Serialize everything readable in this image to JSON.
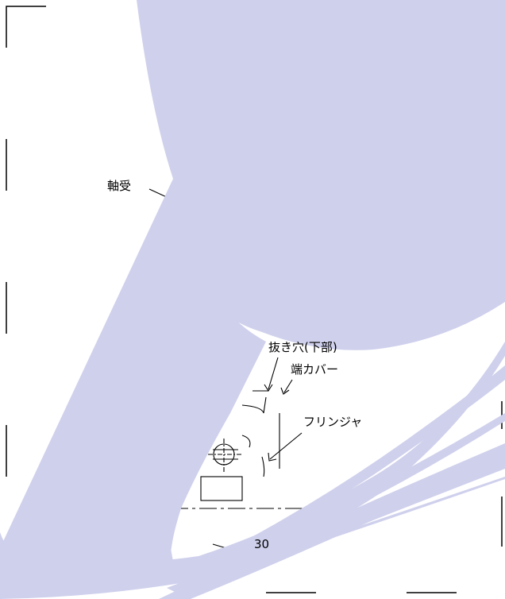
{
  "labels": {
    "bearing": "軸受",
    "hole_lower": "抜き穴(下部)",
    "end_cover": "端カバー",
    "fringe": "フリンジャ",
    "dimension": "30"
  },
  "colors": {
    "overlay": "#cfd0ec",
    "line": "#000000",
    "background": "#ffffff"
  }
}
